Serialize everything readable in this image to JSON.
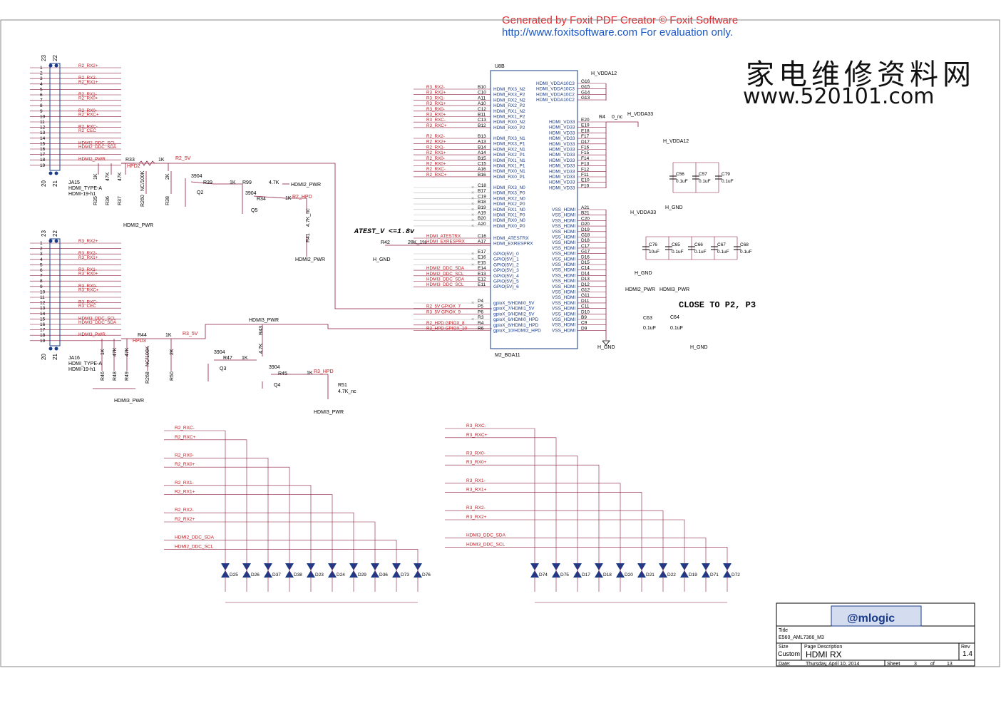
{
  "header": {
    "generated_by": "Generated by Foxit PDF Creator © Foxit Software",
    "eval_notice": "http://www.foxitsoftware.com   For evaluation only."
  },
  "watermark": {
    "cn": "家电维修资料网",
    "url": "www.520101.com"
  },
  "connectors": {
    "ja15": {
      "ref": "JA15",
      "type": "HDMI_TYPE-A",
      "part": "HDMI-19-h1",
      "nets": [
        "R2_RX2+",
        "R2_RX2-",
        "R2_RX1+",
        "R2_RX1-",
        "R2_RX0+",
        "R2_RX0-",
        "R2_RXC+",
        "R2_RXC-",
        "R2_CEC",
        "HDMI2_DDC_SCL",
        "HDMI2_DDC_SDA",
        "HDMI2_PWR"
      ],
      "hpd": "HPD2"
    },
    "ja16": {
      "ref": "JA16",
      "type": "HDMI_TYPE-A",
      "part": "HDMI-19-h1",
      "nets": [
        "R3_RX2+",
        "R3_RX2-",
        "R3_RX1+",
        "R3_RX1-",
        "R3_RX0+",
        "R3_RX0-",
        "R3_RXC+",
        "R3_RXC-",
        "R3_CEC",
        "HDMI3_DDC_SCL",
        "HDMI3_DDC_SDA",
        "HDMI3_PWR"
      ],
      "hpd": "HPD3"
    }
  },
  "hpd2": {
    "r33": "R33",
    "r33v": "1K",
    "net5v": "R2_5V",
    "r35": "R35",
    "r36": "R36",
    "r37": "R37",
    "r260": "R260",
    "r38": "R38",
    "v1k": "1K",
    "v47k": "47K",
    "vnc": "NC/100K",
    "v2k": "2K",
    "q2": "Q2",
    "q5": "Q5",
    "t": "3904",
    "r39": "R39",
    "r99": "R99",
    "r34": "R34",
    "r41": "R41",
    "r39v": "1K",
    "r99v": "4.7K",
    "r34v": "1K",
    "r41v": "4.7K_nc",
    "pwr": "HDMI2_PWR",
    "hpd": "R2_HPD"
  },
  "hpd3": {
    "r44": "R44",
    "r44v": "1K",
    "net5v": "R3_5V",
    "r46": "R46",
    "r48": "R48",
    "r49": "R49",
    "r268": "R268",
    "r50": "R50",
    "q3": "Q3",
    "q4": "Q4",
    "t": "3904",
    "r47": "R47",
    "r43": "R43",
    "r45": "R45",
    "r51": "R51",
    "r51v": "4.7K_nc",
    "pwr": "HDMI3_PWR",
    "hpd": "R3_HPD"
  },
  "u8b": {
    "ref": "U8B",
    "part": "M2_BGA11",
    "left_pins": [
      {
        "n": "B10",
        "f": "HDMI_RX3_N2",
        "net": "R3_RX2-"
      },
      {
        "n": "C10",
        "f": "HDMI_RX3_P2",
        "net": "R3_RX2+"
      },
      {
        "n": "A11",
        "f": "HDMI_RX2_N2",
        "net": "R3_RX1-"
      },
      {
        "n": "A10",
        "f": "HDMI_RX2_P2",
        "net": "R3_RX1+"
      },
      {
        "n": "C12",
        "f": "HDMI_RX1_N2",
        "net": "R3_RX0-"
      },
      {
        "n": "B11",
        "f": "HDMI_RX1_P2",
        "net": "R3_RX0+"
      },
      {
        "n": "C13",
        "f": "HDMI_RX0_N2",
        "net": "R3_RXC-"
      },
      {
        "n": "B12",
        "f": "HDMI_RX0_P2",
        "net": "R3_RXC+"
      },
      {
        "n": "B13",
        "f": "HDMI_RX3_N1",
        "net": "R2_RX2-"
      },
      {
        "n": "A13",
        "f": "HDMI_RX3_P1",
        "net": "R2_RX2+"
      },
      {
        "n": "B14",
        "f": "HDMI_RX2_N1",
        "net": "R2_RX1-"
      },
      {
        "n": "A14",
        "f": "HDMI_RX2_P1",
        "net": "R2_RX1+"
      },
      {
        "n": "B15",
        "f": "HDMI_RX1_N1",
        "net": "R2_RX0-"
      },
      {
        "n": "C15",
        "f": "HDMI_RX1_P1",
        "net": "R2_RX0+"
      },
      {
        "n": "A16",
        "f": "HDMI_RX0_N1",
        "net": "R2_RXC-"
      },
      {
        "n": "B16",
        "f": "HDMI_RX0_P1",
        "net": "R2_RXC+"
      },
      {
        "n": "C18",
        "f": "HDMI_RX3_N0",
        "net": ""
      },
      {
        "n": "B17",
        "f": "HDMI_RX3_P0",
        "net": ""
      },
      {
        "n": "C19",
        "f": "HDMI_RX2_N0",
        "net": ""
      },
      {
        "n": "B18",
        "f": "HDMI_RX2_P0",
        "net": ""
      },
      {
        "n": "B19",
        "f": "HDMI_RX1_N0",
        "net": ""
      },
      {
        "n": "A19",
        "f": "HDMI_RX1_P0",
        "net": ""
      },
      {
        "n": "B20",
        "f": "HDMI_RX0_N0",
        "net": ""
      },
      {
        "n": "A20",
        "f": "HDMI_RX0_P0",
        "net": ""
      },
      {
        "n": "C16",
        "f": "HDMI_ATESTRX",
        "net": "HDMI_ATESTRX"
      },
      {
        "n": "A17",
        "f": "HDMI_EXRESPRX",
        "net": "HDMI_EXRESPRX"
      },
      {
        "n": "E17",
        "f": "GPIO(5V)_0",
        "net": ""
      },
      {
        "n": "E16",
        "f": "GPIO(5V)_1",
        "net": ""
      },
      {
        "n": "E15",
        "f": "GPIO(5V)_2",
        "net": ""
      },
      {
        "n": "E14",
        "f": "GPIO(5V)_3",
        "net": "HDMI2_DDC_SDA"
      },
      {
        "n": "E13",
        "f": "GPIO(5V)_4",
        "net": "HDMI2_DDC_SCL"
      },
      {
        "n": "E12",
        "f": "GPIO(5V)_5",
        "net": "HDMI3_DDC_SDA"
      },
      {
        "n": "E11",
        "f": "GPIO(5V)_6",
        "net": "HDMI3_DDC_SCL"
      },
      {
        "n": "P4",
        "f": "gpioX_5/HDMI0_5V",
        "net": ""
      },
      {
        "n": "P5",
        "f": "gpioX_7/HDMI1_5V",
        "net": "R2_5V  GPIOX_7"
      },
      {
        "n": "P6",
        "f": "gpioX_9/HDMI2_5V",
        "net": "R3_5V  GPIOX_9"
      },
      {
        "n": "R3",
        "f": "gpioX_6/HDMI0_HPD",
        "net": ""
      },
      {
        "n": "R4",
        "f": "gpioX_8/HDMI1_HPD",
        "net": "R2_HPD  GPIOX_8"
      },
      {
        "n": "R6",
        "f": "gpioX_10/HDMI2_HPD",
        "net": "R3_HPD  GPIOX_10"
      }
    ],
    "right_pins": [
      {
        "n": "G16",
        "f": "HDMI_VDDA10C3"
      },
      {
        "n": "G15",
        "f": "HDMI_VDDA10C3"
      },
      {
        "n": "G14",
        "f": "HDMI_VDDA10C2"
      },
      {
        "n": "G13",
        "f": "HDMI_VDDA10C2"
      },
      {
        "n": "E20",
        "f": "HDMI_VD33"
      },
      {
        "n": "E19",
        "f": "HDMI_VD33"
      },
      {
        "n": "E18",
        "f": "HDMI_VD33"
      },
      {
        "n": "F17",
        "f": "HDMI_VD33"
      },
      {
        "n": "D17",
        "f": "HDMI_VD33"
      },
      {
        "n": "F16",
        "f": "HDMI_VD33"
      },
      {
        "n": "F15",
        "f": "HDMI_VD33"
      },
      {
        "n": "F14",
        "f": "HDMI_VD33"
      },
      {
        "n": "F13",
        "f": "HDMI_VD33"
      },
      {
        "n": "F12",
        "f": "HDMI_VD33"
      },
      {
        "n": "F11",
        "f": "HDMI_VD33"
      },
      {
        "n": "E10",
        "f": "HDMI_VD33"
      },
      {
        "n": "F10",
        "f": "HDMI_VD33"
      },
      {
        "n": "A21",
        "f": "VSS_HDMI"
      },
      {
        "n": "B21",
        "f": "VSS_HDMI"
      },
      {
        "n": "C20",
        "f": "VSS_HDMI"
      },
      {
        "n": "D20",
        "f": "VSS_HDMI"
      },
      {
        "n": "D19",
        "f": "VSS_HDMI"
      },
      {
        "n": "G18",
        "f": "VSS_HDMI"
      },
      {
        "n": "D18",
        "f": "VSS_HDMI"
      },
      {
        "n": "C17",
        "f": "VSS_HDMI"
      },
      {
        "n": "G17",
        "f": "VSS_HDMI"
      },
      {
        "n": "D16",
        "f": "VSS_HDMI"
      },
      {
        "n": "D15",
        "f": "VSS_HDMI"
      },
      {
        "n": "C14",
        "f": "VSS_HDMI"
      },
      {
        "n": "D14",
        "f": "VSS_HDMI"
      },
      {
        "n": "D13",
        "f": "VSS_HDMI"
      },
      {
        "n": "D12",
        "f": "VSS_HDMI"
      },
      {
        "n": "G12",
        "f": "VSS_HDMI"
      },
      {
        "n": "G11",
        "f": "VSS_HDMI"
      },
      {
        "n": "D11",
        "f": "VSS_HDMI"
      },
      {
        "n": "C11",
        "f": "VSS_HDMI"
      },
      {
        "n": "D10",
        "f": "VSS_HDMI"
      },
      {
        "n": "B9",
        "f": "VSS_HDMI"
      },
      {
        "n": "C9",
        "f": "VSS_HDMI"
      },
      {
        "n": "D9",
        "f": "VSS_HDMI"
      }
    ],
    "h_vdda12": "H_VDDA12",
    "h_vdda33": "H_VDDA33",
    "h_gnd": "H_GND",
    "r4": "R4",
    "r4v": "0_nc"
  },
  "atest": {
    "note": "ATEST_V <=1.8v",
    "r42": "R42",
    "r42v": "28K_1%",
    "gnd": "H_GND"
  },
  "caps": {
    "grp1": [
      {
        "ref": "C56",
        "val": "0.1uF"
      },
      {
        "ref": "C57",
        "val": "0.1uF"
      },
      {
        "ref": "C79",
        "val": "0.1uF"
      }
    ],
    "grp2": [
      {
        "ref": "C76",
        "val": "10uF"
      },
      {
        "ref": "C65",
        "val": "0.1uF"
      },
      {
        "ref": "C66",
        "val": "0.1uF"
      },
      {
        "ref": "C67",
        "val": "0.1uF"
      },
      {
        "ref": "C68",
        "val": "0.1uF"
      }
    ],
    "c63": {
      "ref": "C63",
      "val": "0.1uF",
      "net": "HDMI2_PWR"
    },
    "c64": {
      "ref": "C64",
      "val": "0.1uF",
      "net": "HDMI3_PWR"
    },
    "close_note": "CLOSE TO P2, P3"
  },
  "esd_left": {
    "nets": [
      "R2_RXC-",
      "R2_RXC+",
      "R2_RX0-",
      "R2_RX0+",
      "R2_RX1-",
      "R2_RX1+",
      "R2_RX2-",
      "R2_RX2+",
      "HDMI2_DDC_SDA",
      "HDMI2_DDC_SCL"
    ],
    "diodes": [
      "D25",
      "D26",
      "D37",
      "D38",
      "D23",
      "D24",
      "D29",
      "D36",
      "D73",
      "D76"
    ]
  },
  "esd_right": {
    "nets": [
      "R3_RXC-",
      "R3_RXC+",
      "R3_RX0-",
      "R3_RX0+",
      "R3_RX1-",
      "R3_RX1+",
      "R3_RX2-",
      "R3_RX2+",
      "HDMI3_DDC_SDA",
      "HDMI3_DDC_SCL"
    ],
    "diodes": [
      "D74",
      "D75",
      "D17",
      "D18",
      "D20",
      "D21",
      "D22",
      "D19",
      "D71",
      "D72"
    ]
  },
  "title_block": {
    "logo": "@mlogic",
    "title_label": "Title",
    "title": "E560_AML7366_M3",
    "size_label": "Size",
    "size": "Custom",
    "desc_label": "Page Description",
    "desc": "HDMI RX",
    "rev_label": "Rev",
    "rev": "1.4",
    "date_label": "Date:",
    "date": "Thursday, April 10, 2014",
    "sheet_label": "Sheet",
    "sheet": "3",
    "of_label": "of",
    "total": "13"
  }
}
